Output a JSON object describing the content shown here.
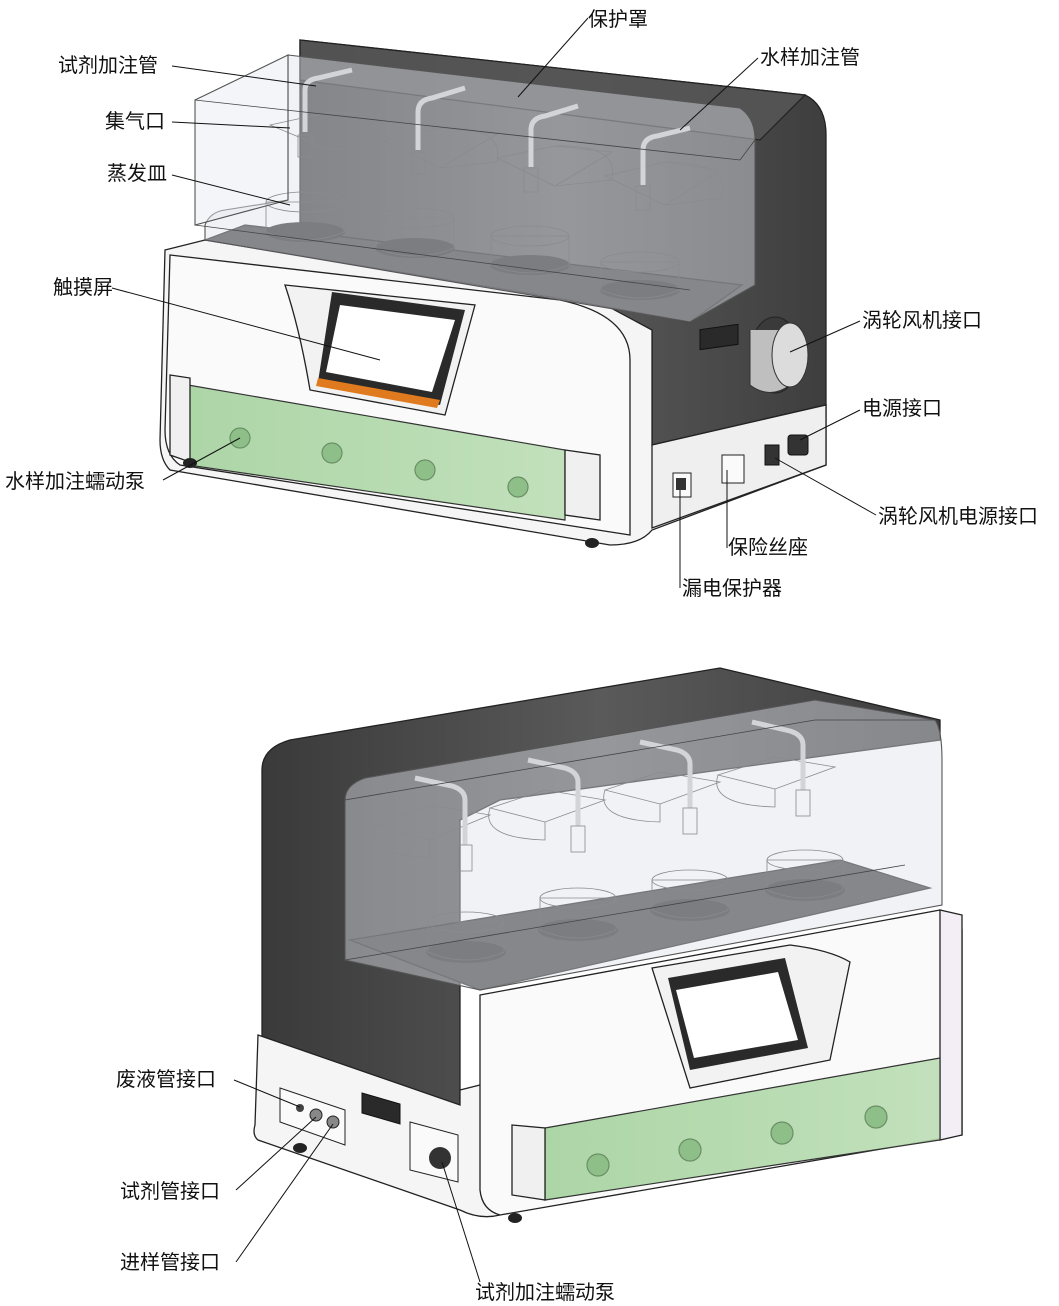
{
  "diagram_a": {
    "labels": {
      "shield": "保护罩",
      "reagent_tube": "试剂加注管",
      "sample_tube": "水样加注管",
      "gas_port": "集气口",
      "dish": "蒸发皿",
      "touch_screen": "触摸屏",
      "blower_port": "涡轮风机接口",
      "power_port": "电源接口",
      "sample_pump": "水样加注蠕动泵",
      "blower_power_port": "涡轮风机电源接口",
      "fuse_holder": "保险丝座",
      "leakage_protector": "漏电保护器"
    }
  },
  "diagram_b": {
    "labels": {
      "waste_port": "废液管接口",
      "reagent_port": "试剂管接口",
      "inlet_port": "进样管接口",
      "reagent_pump": "试剂加注蠕动泵"
    }
  },
  "colors": {
    "dark_body": "#4a4a4a",
    "shield": "#dfe3ea",
    "pump_panel": "#a9d3a2",
    "screen_frame": "#2a2a2a",
    "screen": "#ffffff",
    "accent_strip": "#e07a1e",
    "dish": "#d4dcf3"
  }
}
